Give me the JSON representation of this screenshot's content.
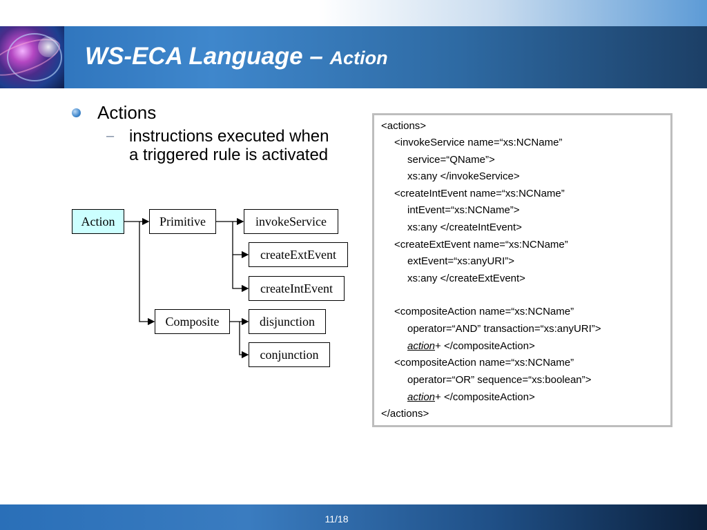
{
  "slide": {
    "title_main": "WS-ECA Language",
    "title_dash": " – ",
    "title_sub": "Action",
    "page_number": "11/18"
  },
  "bullets": {
    "level1": "Actions",
    "level2_dash": "–",
    "level2_line1": "instructions executed when",
    "level2_line2": "a triggered rule is activated"
  },
  "diagram": {
    "action": "Action",
    "primitive": "Primitive",
    "composite": "Composite",
    "invoke_service": "invokeService",
    "create_ext_event": "createExtEvent",
    "create_int_event": "createIntEvent",
    "disjunction": "disjunction",
    "conjunction": "conjunction"
  },
  "code": {
    "lines": [
      "<actions>",
      "<invokeService name=“xs:NCName”",
      "service=“QName”>",
      "xs:any </invokeService>",
      "<createIntEvent name=“xs:NCName”",
      "intEvent=“xs:NCName”>",
      "xs:any </createIntEvent>",
      "<createExtEvent name=“xs:NCName”",
      "extEvent=“xs:anyURI”>",
      "xs:any </createExtEvent>",
      "<compositeAction name=“xs:NCName”",
      "operator=“AND” transaction=“xs:anyURI”>",
      "+ </compositeAction>",
      "<compositeAction name=“xs:NCName”",
      "operator=“OR” sequence=“xs:boolean”>",
      "+ </compositeAction>",
      "</actions>"
    ],
    "action_keyword": "action"
  },
  "icons": {
    "logo": "globe-logo-icon",
    "bullet": "round-bullet-icon"
  },
  "colors": {
    "title_bar": "#2e6aa3",
    "root_node_fill": "#ccffff",
    "code_border": "#bdbdbd"
  }
}
